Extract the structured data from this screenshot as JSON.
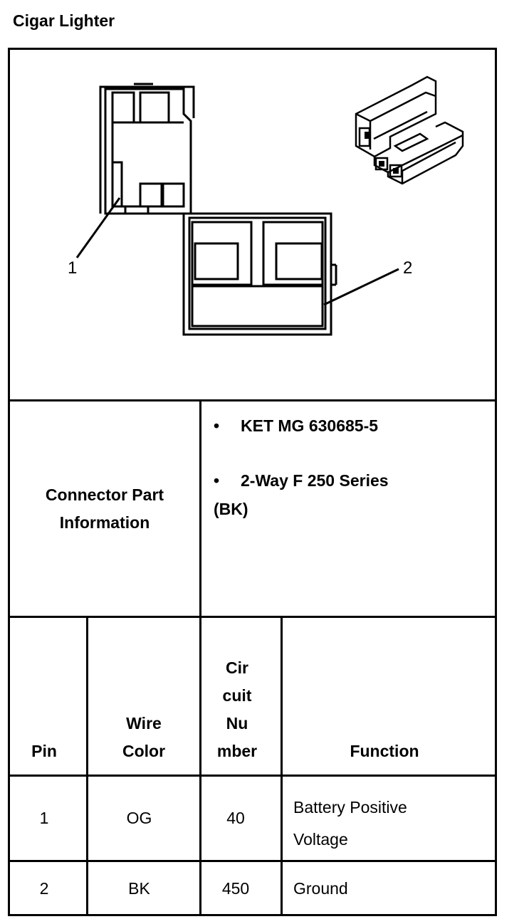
{
  "title": "Cigar Lighter",
  "diagram": {
    "callout_1": "1",
    "callout_2": "2"
  },
  "part_info": {
    "label_line1": "Connector Part",
    "label_line2": "Information",
    "item1": "KET MG 630685-5",
    "item2_line1": "2-Way F 250 Series",
    "item2_line2": "(BK)",
    "bullet": "•"
  },
  "table": {
    "headers": {
      "pin": "Pin",
      "wire_color_1": "Wire",
      "wire_color_2": "Color",
      "circuit_1": "Cir",
      "circuit_2": "cuit",
      "circuit_3": "Nu",
      "circuit_4": "mber",
      "function": "Function"
    },
    "rows": [
      {
        "pin": "1",
        "color": "OG",
        "circuit": "40",
        "function_1": "Battery Positive",
        "function_2": "Voltage"
      },
      {
        "pin": "2",
        "color": "BK",
        "circuit": "450",
        "function_1": "Ground",
        "function_2": ""
      }
    ]
  }
}
